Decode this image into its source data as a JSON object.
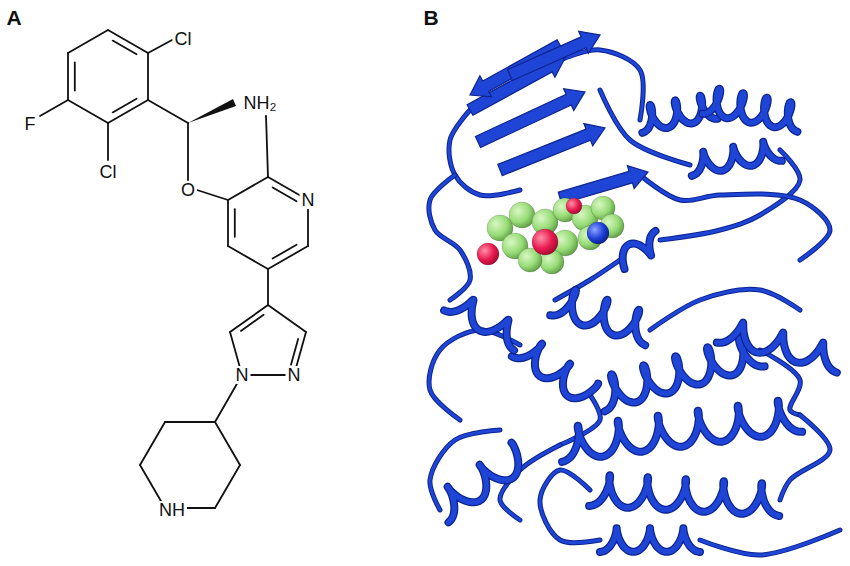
{
  "diagram": {
    "labels": [
      "A",
      "B",
      "Cl",
      "NH₂",
      "F",
      "Cl",
      "O",
      "N",
      "N",
      "N",
      "NH"
    ]
  }
}
